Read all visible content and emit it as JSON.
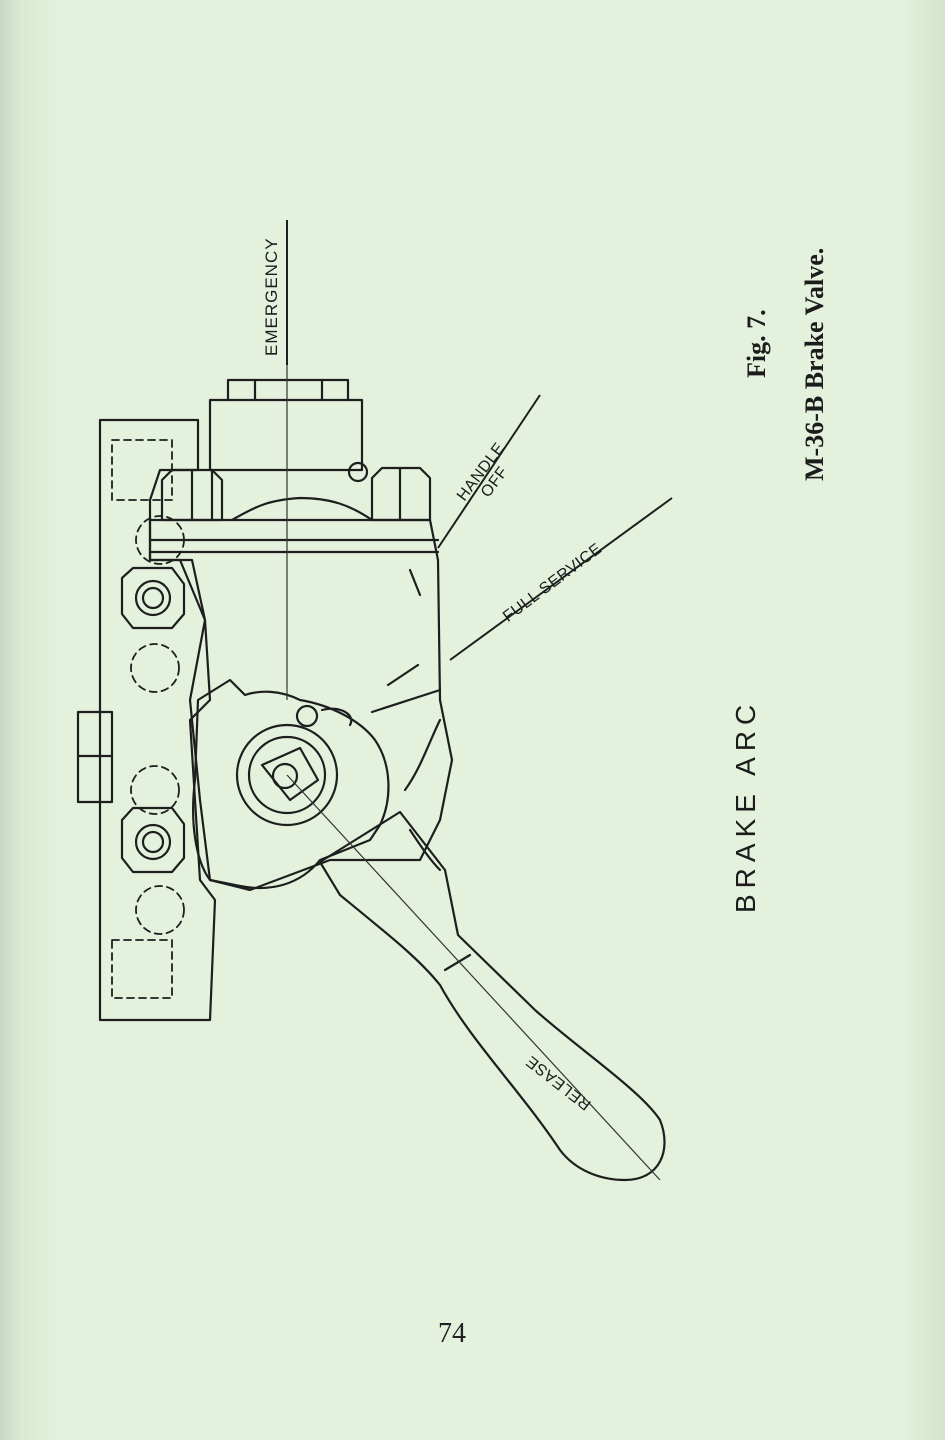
{
  "figure": {
    "labels": {
      "emergency": "EMERGENCY",
      "handle_off_line1": "HANDLE",
      "handle_off_line2": "OFF",
      "full_service": "FULL SERVICE",
      "release": "RELEASE",
      "brake_arc": "BRAKE ARC"
    },
    "caption": {
      "figure_number": "Fig. 7.",
      "title": "M-36-B Brake Valve."
    }
  },
  "page": {
    "number": "74"
  },
  "colors": {
    "paper": "#e3f1dc",
    "ink": "#1c1c1c"
  }
}
